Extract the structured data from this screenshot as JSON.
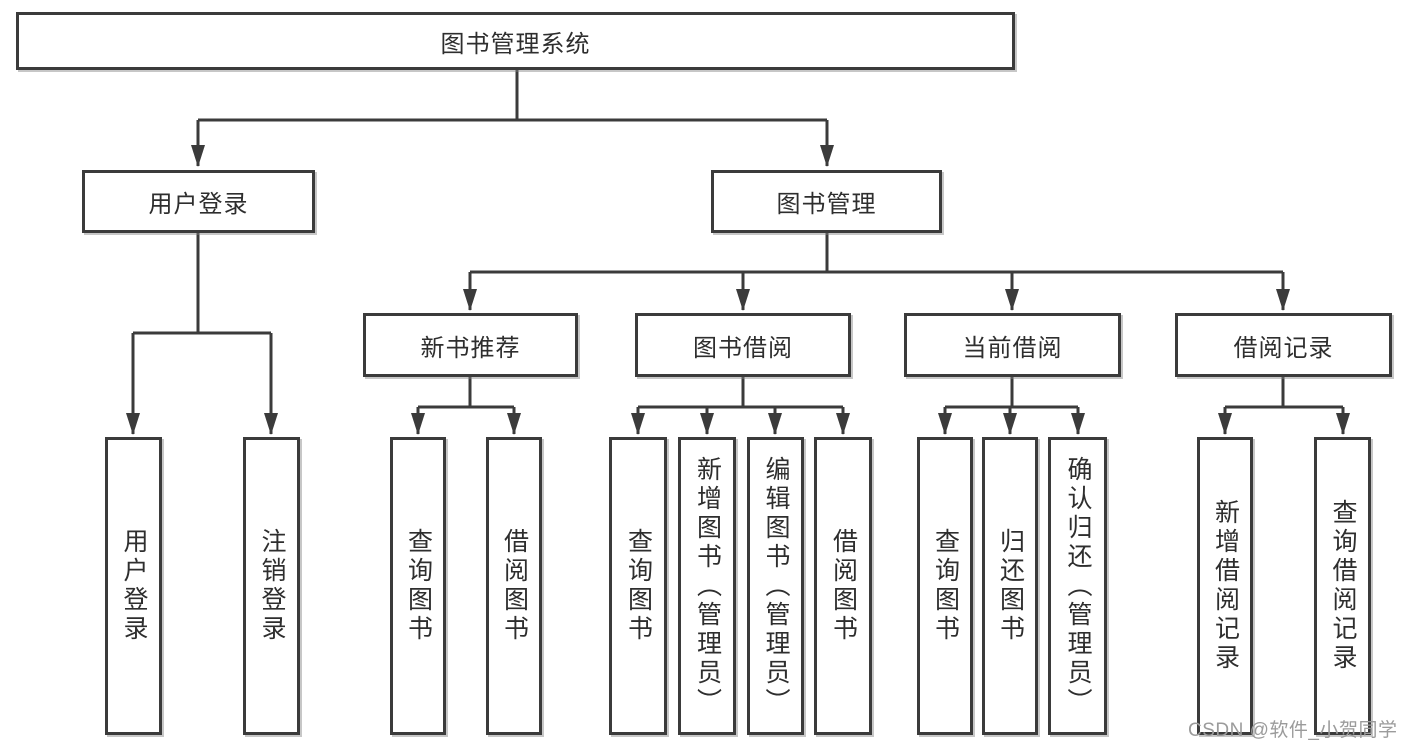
{
  "diagram": {
    "title_node": {
      "label": "图书管理系统"
    },
    "branches": [
      {
        "label": "用户登录",
        "children": [
          {
            "label": "用户登录"
          },
          {
            "label": "注销登录"
          }
        ]
      },
      {
        "label": "图书管理",
        "children": [
          {
            "label": "新书推荐",
            "children": [
              {
                "label": "查询图书"
              },
              {
                "label": "借阅图书"
              }
            ]
          },
          {
            "label": "图书借阅",
            "children": [
              {
                "label": "查询图书"
              },
              {
                "label": "新增图书（管理员）"
              },
              {
                "label": "编辑图书（管理员）"
              },
              {
                "label": "借阅图书"
              }
            ]
          },
          {
            "label": "当前借阅",
            "children": [
              {
                "label": "查询图书"
              },
              {
                "label": "归还图书"
              },
              {
                "label": "确认归还（管理员）"
              }
            ]
          },
          {
            "label": "借阅记录",
            "children": [
              {
                "label": "新增借阅记录"
              },
              {
                "label": "查询借阅记录"
              }
            ]
          }
        ]
      }
    ],
    "watermark": "CSDN @软件_小贺同学",
    "colors": {
      "line": "#3b3b3b",
      "text": "#2e2e2e",
      "watermark": "#9b9b9b",
      "background": "#ffffff"
    }
  }
}
